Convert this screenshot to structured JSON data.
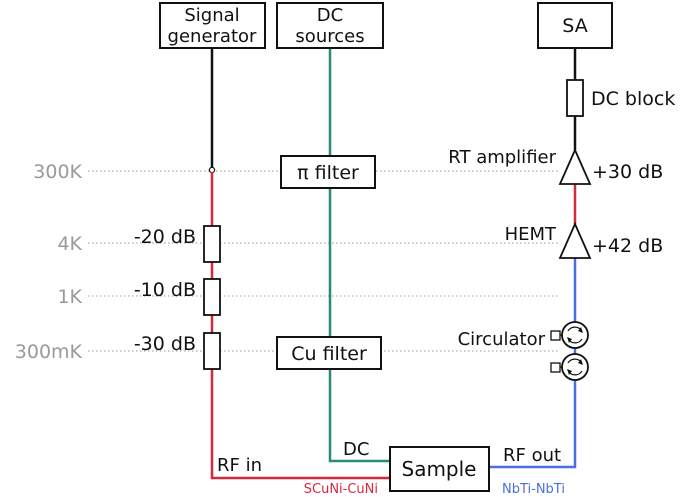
{
  "temperatures": [
    "300K",
    "4K",
    "1K",
    "300mK"
  ],
  "boxes": {
    "signal_generator": [
      "Signal",
      "generator"
    ],
    "dc_sources": [
      "DC",
      "sources"
    ],
    "sa": "SA",
    "pi_filter": "π filter",
    "cu_filter": "Cu filter",
    "sample": "Sample"
  },
  "labels": {
    "dc_block": "DC block",
    "rt_amplifier": "RT amplifier",
    "rt_gain": "+30 dB",
    "hemt": "HEMT",
    "hemt_gain": "+42 dB",
    "circulator": "Circulator",
    "att_20": "-20 dB",
    "att_10": "-10 dB",
    "att_30": "-30 dB",
    "rf_in": "RF in",
    "dc": "DC",
    "rf_out": "RF out",
    "scuni": "SCuNi-CuNi",
    "nbti": "NbTi-NbTi"
  },
  "colors": {
    "input_line": "#d4283c",
    "output_line": "#4a6fe0",
    "dc_line": "#2a8a78",
    "temperature": "#9a9a9a"
  }
}
